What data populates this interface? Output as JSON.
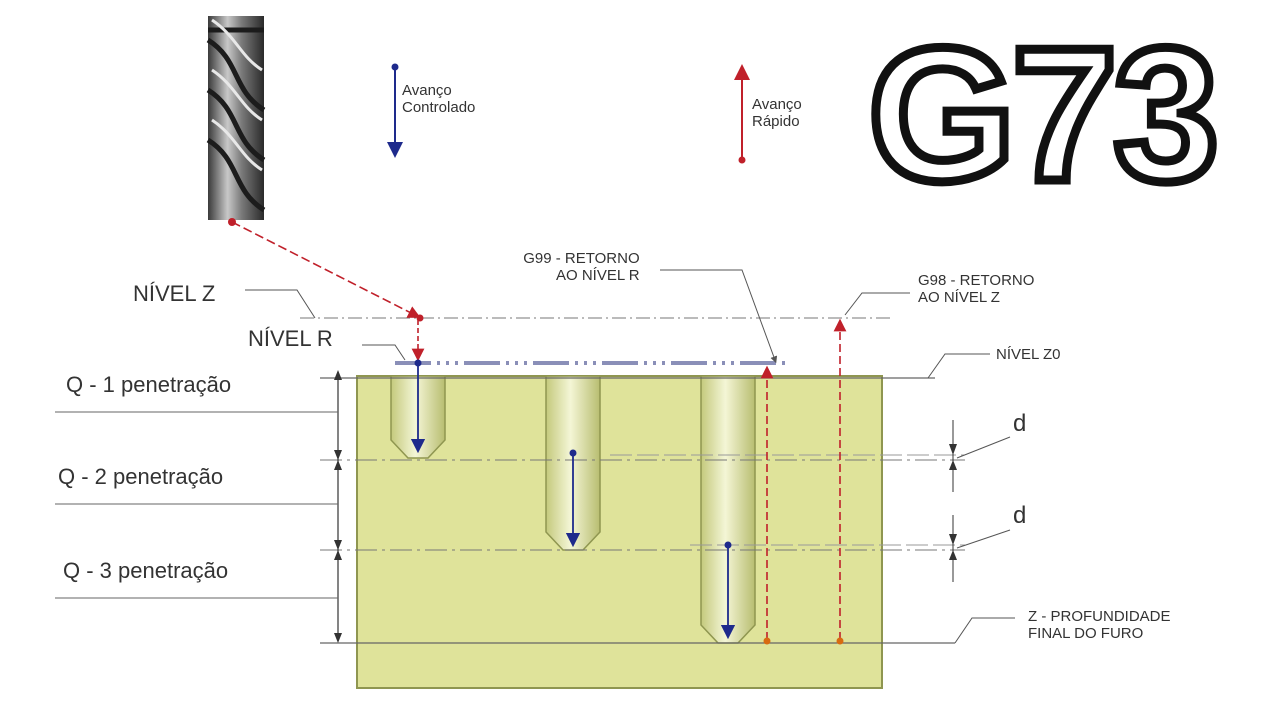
{
  "title": "G73",
  "legend": {
    "controlled_feed": [
      "Avanço",
      "Controlado"
    ],
    "rapid_feed": [
      "Avanço",
      "Rápido"
    ]
  },
  "levels": {
    "nivel_z": "NÍVEL Z",
    "nivel_r": "NÍVEL R",
    "nivel_z0": "NÍVEL Z0",
    "g99": [
      "G99 - RETORNO",
      "AO NÍVEL R"
    ],
    "g98": [
      "G98 - RETORNO",
      "AO NÍVEL Z"
    ],
    "final_depth": [
      "Z - PROFUNDIDADE",
      "FINAL DO FURO"
    ]
  },
  "pecks": [
    "Q - 1 penetração",
    "Q - 2 penetração",
    "Q - 3 penetração"
  ],
  "retract_labels": [
    "d",
    "d"
  ],
  "colors": {
    "workpiece": "#dfe39a",
    "workpiece_border": "#8f9650",
    "controlled": "#1e2a8c",
    "rapid": "#c0202a",
    "line": "#444444"
  }
}
